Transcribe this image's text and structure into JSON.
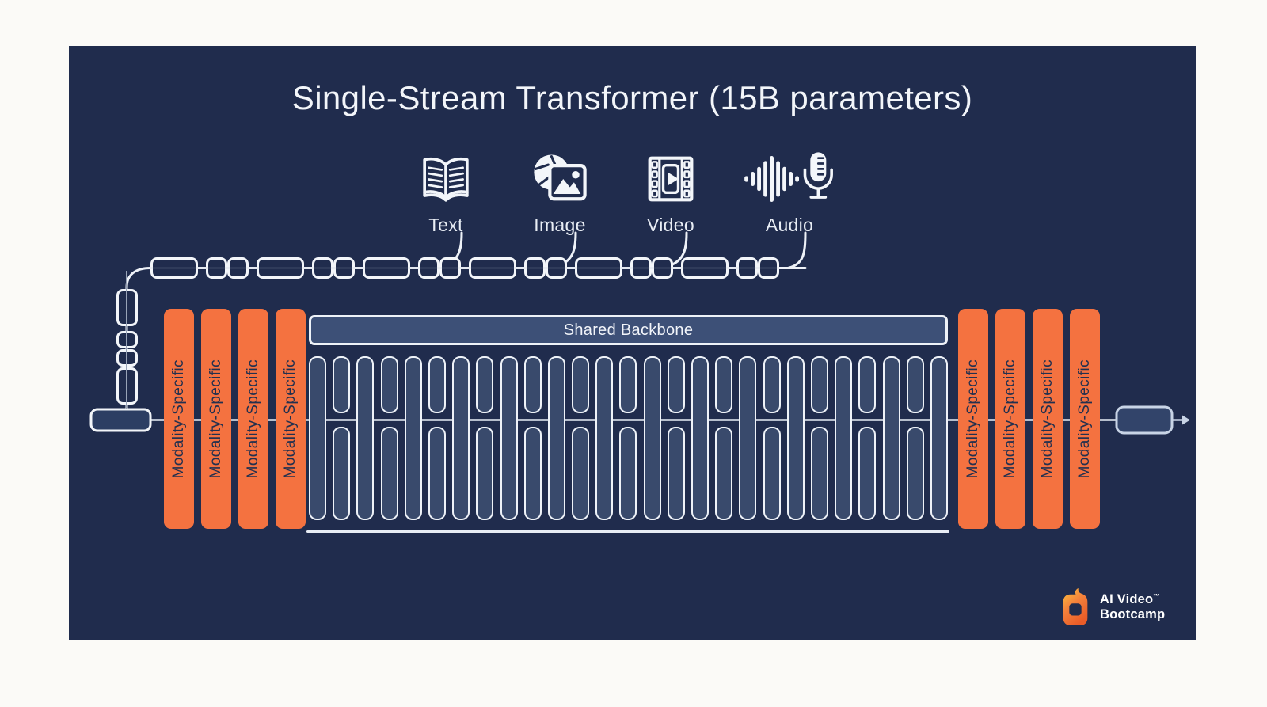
{
  "title": "Single-Stream Transformer (15B parameters)",
  "modalities": [
    {
      "label": "Text",
      "icon": "book-icon"
    },
    {
      "label": "Image",
      "icon": "image-icon"
    },
    {
      "label": "Video",
      "icon": "film-icon"
    },
    {
      "label": "Audio",
      "icon": "audio-mic-icon"
    }
  ],
  "architecture": {
    "adapter_label": "Modality-Specific",
    "adapters_per_side": 4,
    "backbone": {
      "label": "Shared Backbone",
      "layer_count": 27
    }
  },
  "tokens": {
    "row_group_count": 6,
    "input_chain": [
      "tall",
      "small",
      "small",
      "tall"
    ]
  },
  "logo": {
    "line1": "AI Video",
    "trademark": "™",
    "line2": "Bootcamp"
  },
  "colors": {
    "panel_bg": "#202c4d",
    "outside_bg": "#fbfaf7",
    "accent_orange": "#f47240",
    "slat_fill": "#394a6c",
    "header_fill": "#3d5077",
    "stroke_light": "#eef2f8",
    "adapter_text": "#22304f"
  }
}
